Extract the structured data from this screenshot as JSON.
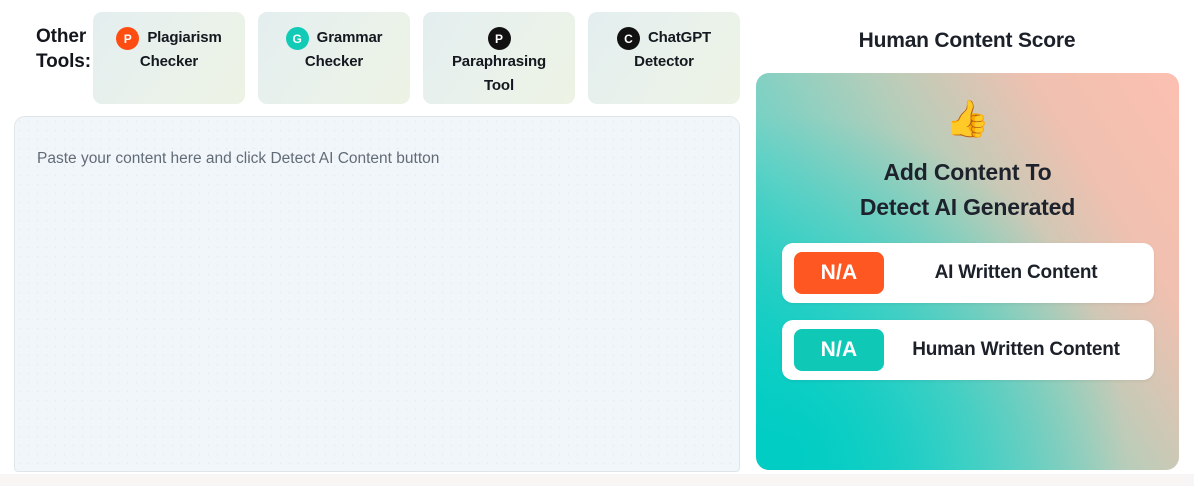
{
  "tools": {
    "label_line1": "Other",
    "label_line2": "Tools:",
    "items": [
      {
        "badge_glyph": "P",
        "badge_color": "#FF4D12",
        "name_line1": "Plagiarism",
        "name_line2": "Checker",
        "name_line3": ""
      },
      {
        "badge_glyph": "G",
        "badge_color": "#11CBB6",
        "name_line1": "Grammar",
        "name_line2": "Checker",
        "name_line3": ""
      },
      {
        "badge_glyph": "P",
        "badge_color": "#111111",
        "name_line1": "",
        "name_line2": "Paraphrasing",
        "name_line3": "Tool"
      },
      {
        "badge_glyph": "C",
        "badge_color": "#111111",
        "name_line1": "ChatGPT",
        "name_line2": "Detector",
        "name_line3": ""
      }
    ]
  },
  "editor": {
    "placeholder": "Paste your content here and click Detect AI Content button",
    "value": ""
  },
  "score": {
    "title": "Human Content Score",
    "thumb_icon": "👍",
    "heading_line1": "Add Content To",
    "heading_line2": "Detect AI Generated",
    "rows": [
      {
        "badge_value": "N/A",
        "badge_color": "#FF5722",
        "label": "AI Written Content"
      },
      {
        "badge_value": "N/A",
        "badge_color": "#0FC9B6",
        "label": "Human Written Content"
      }
    ],
    "gradient_teal": "#00CDC4",
    "gradient_pink": "#FCC0B1"
  }
}
